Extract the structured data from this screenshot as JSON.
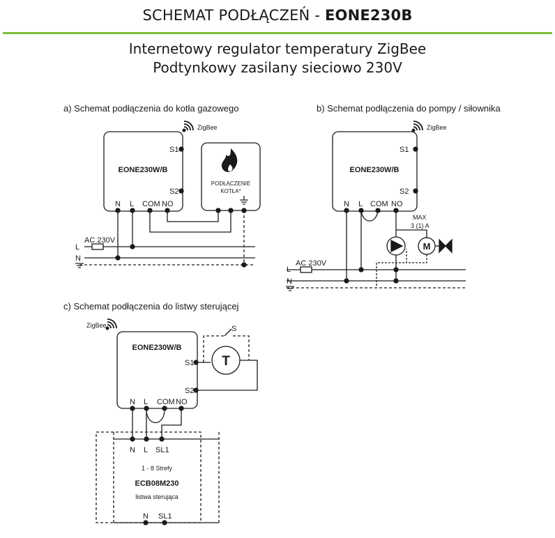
{
  "header": {
    "title_prefix": "SCHEMAT PODŁĄCZEŃ - ",
    "title_model": "EONE230B",
    "subtitle_line1": "Internetowy regulator temperatury ZigBee",
    "subtitle_line2": "Podtynkowy zasilany sieciowo 230V",
    "accent_color": "#7dbb3a"
  },
  "section_a": {
    "caption": "a) Schemat podłączenia do kotła gazowego",
    "zigbee": "ZigBee",
    "device": "EONE230W/B",
    "s1": "S1",
    "s2": "S2",
    "n": "N",
    "l": "L",
    "com": "COM",
    "no": "NO",
    "boiler_line1": "PODŁĄCZENIE",
    "boiler_line2": "KOTŁA*",
    "ac": "AC 230V",
    "line_l": "L",
    "line_n": "N",
    "icons": [
      "wifi-icon",
      "flame-icon",
      "ground-icon",
      "fuse-icon"
    ]
  },
  "section_b": {
    "caption": "b) Schemat podłączenia do pompy / siłownika",
    "zigbee": "ZigBee",
    "device": "EONE230W/B",
    "s1": "S1",
    "s2": "S2",
    "n": "N",
    "l": "L",
    "com": "COM",
    "no": "NO",
    "max1": "MAX",
    "max2": "3 (1) A",
    "motor": "M",
    "ac": "AC 230V",
    "line_l": "L",
    "line_n": "N",
    "icons": [
      "wifi-icon",
      "pump-icon",
      "motor-icon",
      "valve-icon",
      "ground-icon",
      "fuse-icon"
    ]
  },
  "section_c": {
    "caption": "c) Schemat podłączenia do listwy sterującej",
    "zigbee": "ZigBee",
    "device": "EONE230W/B",
    "s1": "S1",
    "s2": "S2",
    "n": "N",
    "l": "L",
    "com": "COM",
    "no": "NO",
    "switch": "S",
    "sensor": "T",
    "strip_n": "N",
    "strip_l": "L",
    "strip_sl1": "SL1",
    "zones": "1 - 8 Strefy",
    "strip_model": "ECB08M230",
    "strip_desc": "listwa sterująca",
    "strip_n2": "N",
    "strip_sl1_2": "SL1",
    "icons": [
      "wifi-icon",
      "thermometer-icon"
    ]
  }
}
